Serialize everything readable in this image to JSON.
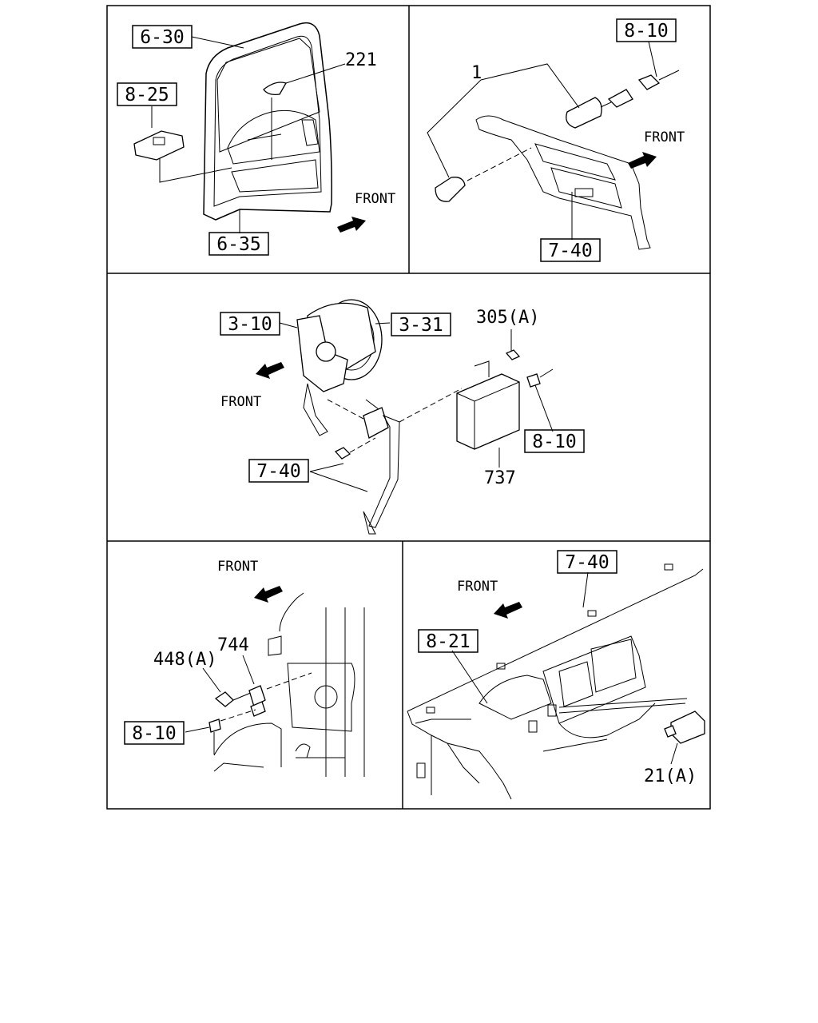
{
  "panels": [
    {
      "id": "door",
      "refs": [
        "6-30",
        "8-25",
        "6-35"
      ],
      "labels": [
        "221"
      ],
      "direction": "FRONT"
    },
    {
      "id": "trim",
      "refs": [
        "8-10",
        "7-40"
      ],
      "labels": [
        "1"
      ],
      "direction": "FRONT"
    },
    {
      "id": "pedal",
      "refs": [
        "3-31",
        "3-10",
        "8-10",
        "7-40"
      ],
      "labels": [
        "305(A)",
        "737"
      ],
      "direction": "FRONT"
    },
    {
      "id": "sensor",
      "refs": [
        "8-10"
      ],
      "labels": [
        "744",
        "448(A)"
      ],
      "direction": "FRONT"
    },
    {
      "id": "dash",
      "refs": [
        "7-40",
        "8-21"
      ],
      "labels": [
        "21(A)"
      ],
      "direction": "FRONT"
    }
  ]
}
